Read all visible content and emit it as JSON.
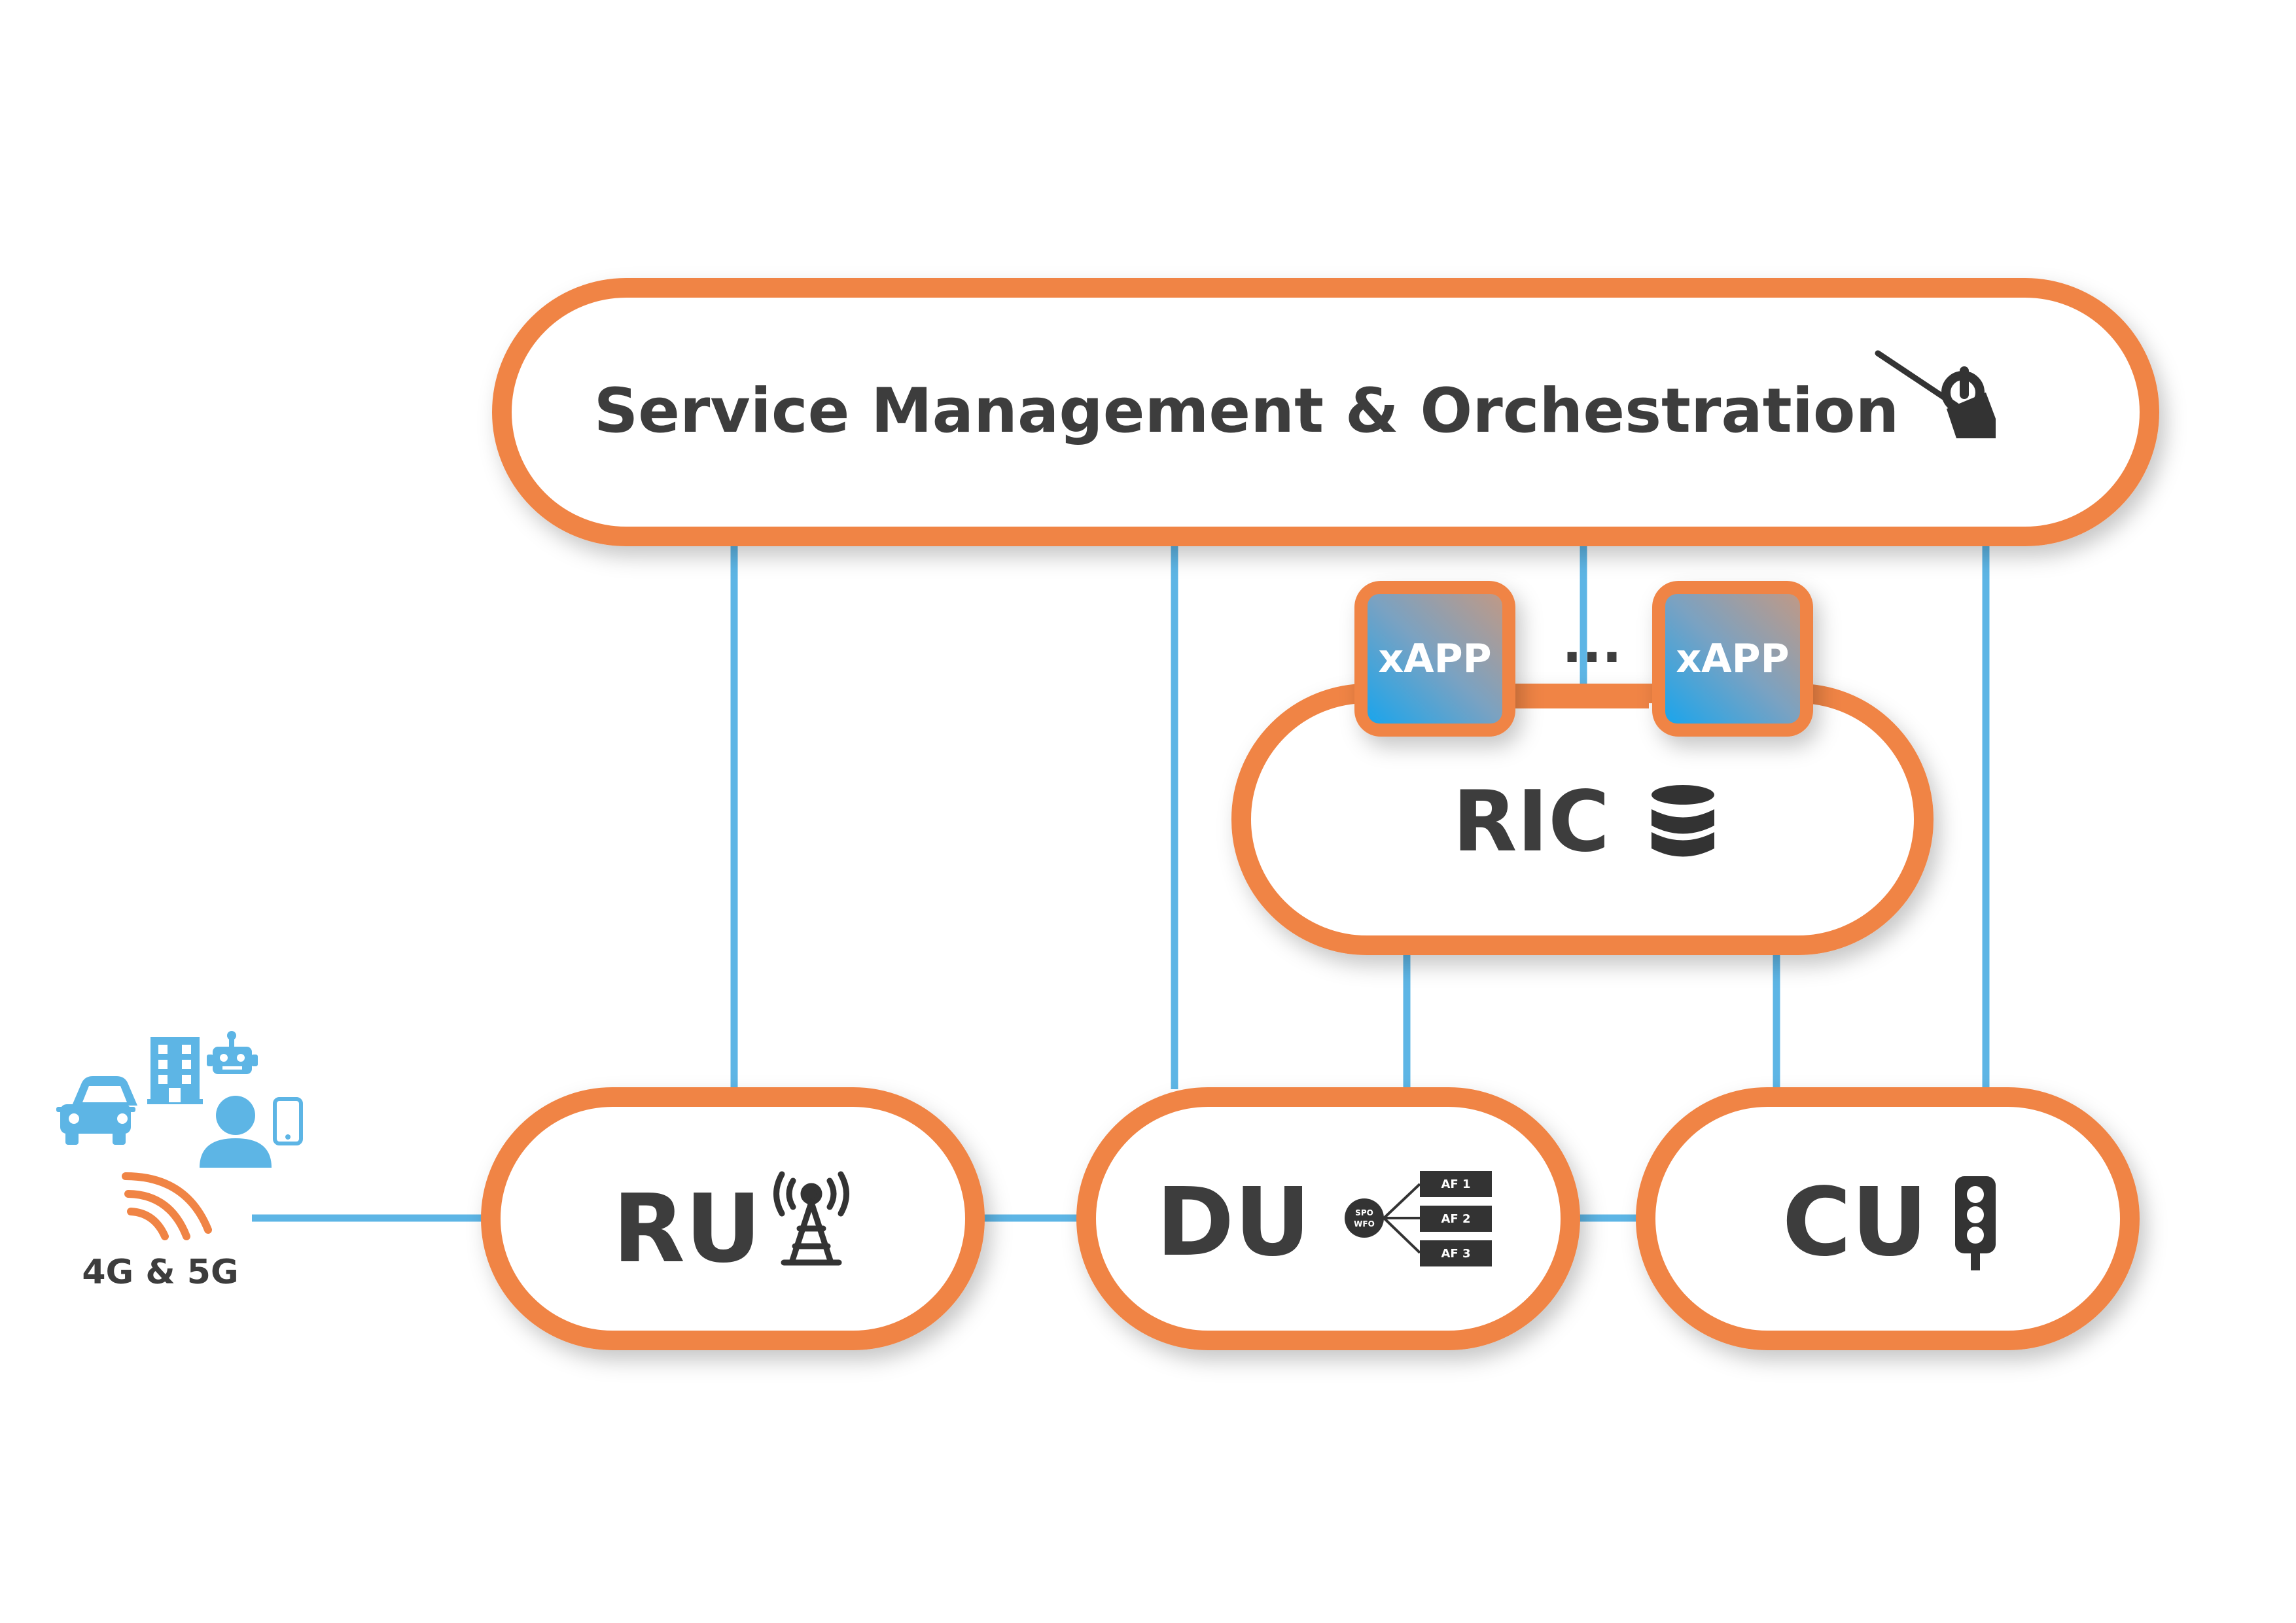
{
  "smo": {
    "label": "Service Management & Orchestration",
    "icon": "conductor-baton-icon"
  },
  "ric": {
    "label": "RIC",
    "icon": "database-icon"
  },
  "xapps": [
    {
      "label": "xAPP"
    },
    {
      "label": "xAPP"
    }
  ],
  "xapp_separator": "...",
  "ru": {
    "label": "RU",
    "icon": "radio-tower-icon"
  },
  "du": {
    "label": "DU",
    "icon": "scheduler-diagram-icon",
    "scheduler_labels": [
      "SPO",
      "WFO"
    ],
    "af_labels": [
      "AF 1",
      "AF 2",
      "AF 3"
    ]
  },
  "cu": {
    "label": "CU",
    "icon": "traffic-light-icon"
  },
  "ue": {
    "label": "4G & 5G",
    "icons": [
      "car-icon",
      "building-icon",
      "robot-icon",
      "person-icon",
      "phone-icon",
      "wireless-signal-icon"
    ]
  },
  "colors": {
    "accent": "#f08445",
    "link": "#5db5e5",
    "text": "#3d3d3d",
    "icon_dark": "#333333"
  }
}
